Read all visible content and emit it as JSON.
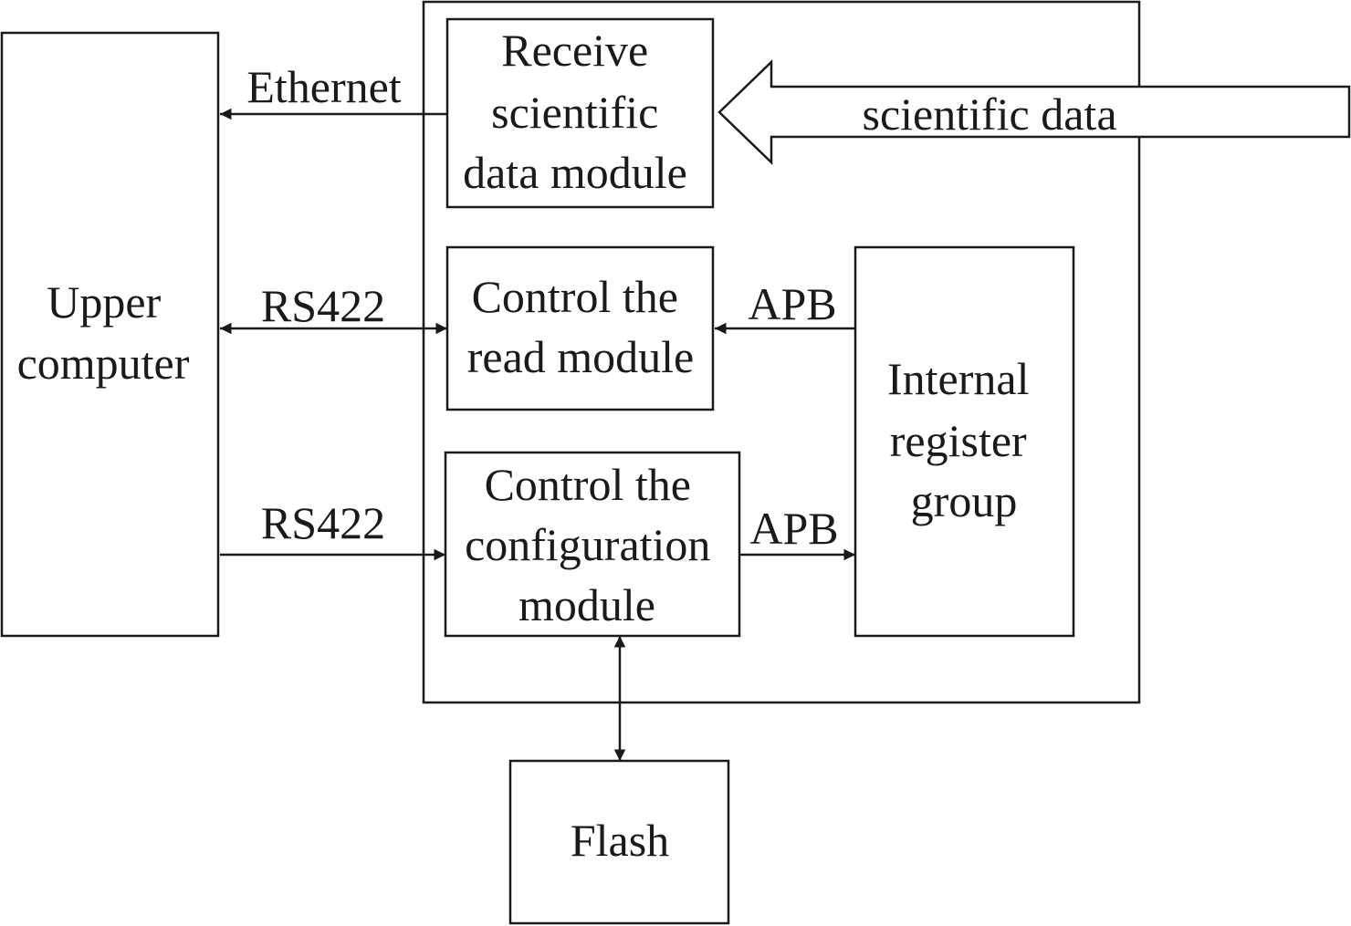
{
  "blocks": {
    "upper_computer": [
      "Upper",
      "computer"
    ],
    "receive_module": [
      "Receive",
      "scientific",
      "data module"
    ],
    "read_module": [
      "Control the",
      "read module"
    ],
    "config_module": [
      "Control the",
      "configuration",
      "module"
    ],
    "register_group": [
      "Internal",
      "register",
      "group"
    ],
    "flash": [
      "Flash"
    ]
  },
  "links": {
    "ethernet": "Ethernet",
    "rs422_read": "RS422",
    "rs422_config": "RS422",
    "apb_read": "APB",
    "apb_config": "APB",
    "scientific_data": "scientific data"
  }
}
